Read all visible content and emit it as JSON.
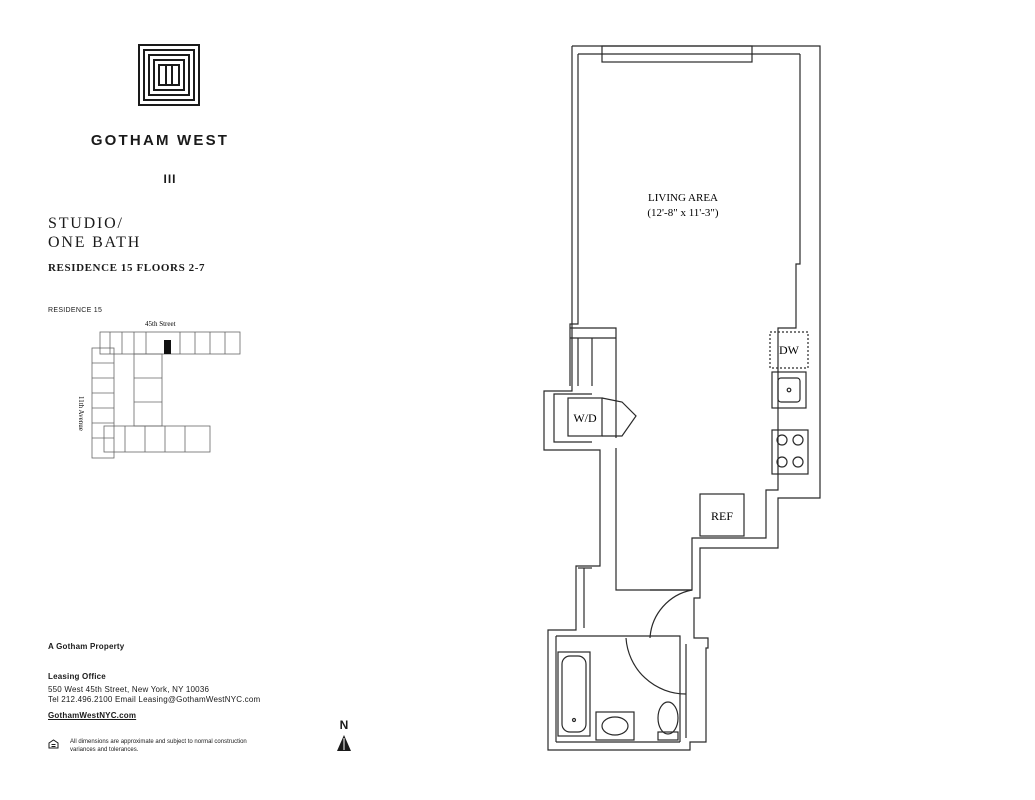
{
  "brand": {
    "name": "GOTHAM WEST",
    "building_numeral": "III"
  },
  "unit": {
    "title_line1": "STUDIO/",
    "title_line2": "ONE BATH",
    "subtitle": "RESIDENCE 15 FLOORS 2-7"
  },
  "keyplan": {
    "label": "RESIDENCE 15",
    "street_label": "45th Street",
    "avenue_label": "11th Avenue"
  },
  "floorplan": {
    "living_area_label": "LIVING AREA",
    "living_area_dims": "(12'-8\" x 11'-3\")",
    "washer_dryer": "W/D",
    "dishwasher": "DW",
    "refrigerator": "REF"
  },
  "footer": {
    "property": "A Gotham Property",
    "office_title": "Leasing Office",
    "address": "550 West 45th Street, New York, NY 10036",
    "contact": "Tel 212.496.2100  Email Leasing@GothamWestNYC.com",
    "website": "GothamWestNYC.com",
    "disclaimer": "All dimensions are approximate and subject to normal construction variances and tolerances.",
    "north": "N"
  }
}
